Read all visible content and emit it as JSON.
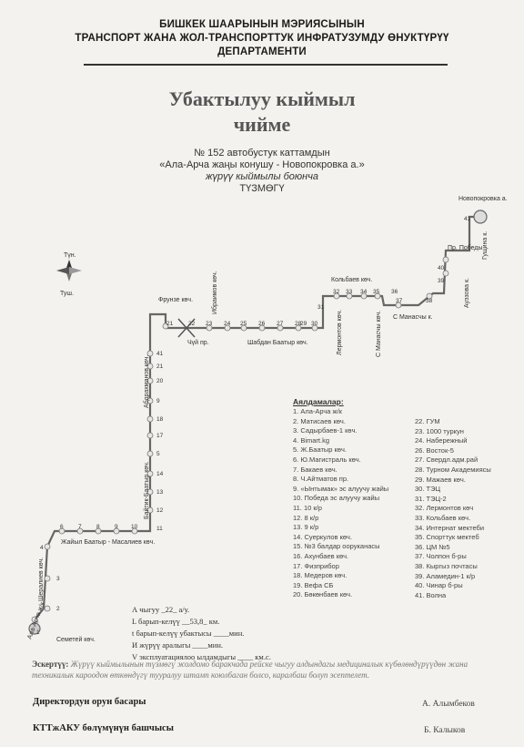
{
  "header": {
    "line1": "БИШКЕК ШААРЫНЫН  МЭРИЯСЫНЫН",
    "line2": "ТРАНСПОРТ ЖАНА ЖОЛ-ТРАНСПОРТТУК ИНФРАТУЗУМДУ ӨНУКТҮРҮҮ",
    "line3": "ДЕПАРТАМЕНТИ"
  },
  "title": {
    "line1": "Убактылуу кыймыл",
    "line2": "чийме"
  },
  "subtitle": {
    "line1": "№ 152  автобустук каттамдын",
    "line2": "«Ала-Арча жаңы конушу  - Новопокровка а.»",
    "line3": "жүрүү кыймылы боюнча",
    "line4": "ТҮЗМӨГҮ"
  },
  "compass": {
    "north": "Түн.",
    "south": "Туш."
  },
  "map": {
    "streets": {
      "frunze": "Фрунзе көч.",
      "ibraimov": "Ибраимов көч.",
      "chui": "Чүй пр.",
      "shabdan": "Шабдан Баатыр көч.",
      "kolbaev": "Кольбаев көч.",
      "lermontov": "Лермонтов көч.",
      "manaschy_v": "С Манасчы көч.",
      "manaschy_h": "С Манасчы к.",
      "auezov": "Ауэзова к.",
      "pobedy": "Пр. Победы",
      "gushchina": "Гущина к.",
      "novopokrovka": "Новопокровка а.",
      "abdrakhmanov": "Абдрахманов көч.",
      "baitik": "Байтик-Баатыр көч.",
      "zhaiyl": "Жайыл Баатыр -  Масалиев көч.",
      "sheraliev": "Шералиев көч.",
      "semetei": "Семетей көч.",
      "alaarcha": "Ала-Арча ж/к"
    }
  },
  "legend": {
    "title": "Аялдамалар:",
    "left": [
      "1. Ала-Арча ж/к",
      "2. Матисаев көч.",
      "3. Садырбаев-1 көч.",
      "4. Bimart.kg",
      "5. Ж.Баатыр көч.",
      "6. Ю.Магистраль көч.",
      "7. Бакаев көч.",
      "8. Ч.Айтматов пр.",
      "9. «Ынтымак» эс алуучу жайы",
      "10. Победа эс алуучу жайы",
      "11. 10 к/р",
      "12. 8 к/р",
      "13. 9 к/р",
      "14. Суеркулов көч.",
      "15. №3 балдар ооруканасы",
      "16. Ахунбаев көч.",
      "17. Физприбор",
      "18. Медеров көч.",
      "19. Вефа СБ",
      "20. Бөкөнбаев көч."
    ],
    "right": [
      "22. ГУМ",
      "23. 1000 туркун",
      "24. Набережный",
      "26. Восток-5",
      "27. Свердл.адм.рай",
      "28. Турном Академиясы",
      "29. Мажаев көч.",
      "30. ТЭЦ",
      "31. ТЭЦ-2",
      "32. Лермонтов көч",
      "33. Кольбаев көч.",
      "34. Интернат мектеби",
      "35. Спорттук мектеб",
      "36. ЦМ №5",
      "37. Чолпон б-ры",
      "38. Кыргыз почтасы",
      "39. Аламедин-1 к/р",
      "40. Чинар б-ры",
      "41. Волна"
    ]
  },
  "params": {
    "line1": "А чыгуу _22_ а/у.",
    "line2": "L барып-келүү __53,8_ км.",
    "line3": "t барып-келүү убактысы ____мин.",
    "line4": "И жүрүү аралыгы ____мин.",
    "line5": "V эксплуатациялоо ылдамдыгы ____ км.с."
  },
  "note": {
    "label": "Эскертүү:",
    "text": "Жүрүү кыймылынын түзмөгү жолдомо баракчада рейске чыгуу алдындагы медициналык күбөлөндүрүүдөн жана техникалык кароодон өткөндүгү тууралуу штамп коюлбаган болсо, каралбаш болуп эсептелет."
  },
  "signatures": {
    "role1": "Директордун орун басары",
    "name1": "А. Алымбеков",
    "role2": "КТТжАКУ  бөлүмүнүн башчысы",
    "name2": "Б. Калыков"
  },
  "colors": {
    "route": "#555555",
    "stop_fill": "#dddddd"
  }
}
